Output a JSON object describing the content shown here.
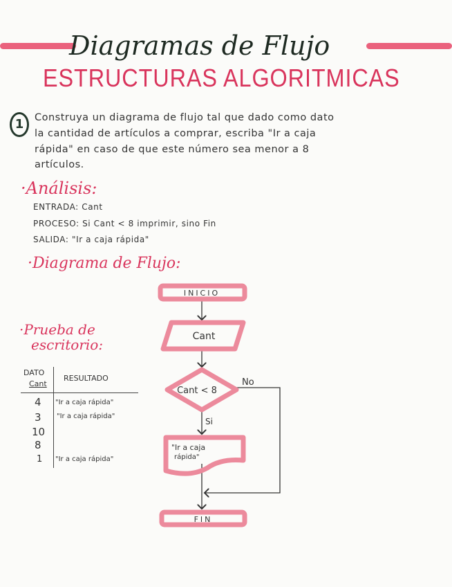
{
  "header": {
    "title": "Diagramas de Flujo",
    "subtitle": "ESTRUCTURAS ALGORITMICAS"
  },
  "problem": {
    "number": "1",
    "lines": [
      "Construya un diagrama de flujo tal que dado como dato",
      "la cantidad de artículos a comprar, escriba \"Ir a caja",
      "rápida\" en caso de que este número sea menor a 8",
      "artículos."
    ]
  },
  "analysis": {
    "heading": "·Análisis:",
    "entrada": "ENTRADA: Cant",
    "proceso": "PROCESO: Si Cant < 8 imprimir, sino Fin",
    "salida": "SALIDA: \"Ir a caja rápida\""
  },
  "diagram": {
    "heading": "·Diagrama de Flujo:",
    "start": "INICIO",
    "input": "Cant",
    "decision": "Cant < 8",
    "yes": "Si",
    "no": "No",
    "output_line1": "\"Ir a caja",
    "output_line2": "rápida\"",
    "end": "FIN"
  },
  "desk_test": {
    "heading_line1": "·Prueba de",
    "heading_line2": "escritorio:",
    "col1": "DATO",
    "col1_sub": "Cant",
    "col2": "RESULTADO",
    "rows": [
      {
        "dato": "4",
        "resultado": "\"Ir a caja rápida\""
      },
      {
        "dato": "3",
        "resultado": "\"Ir a caja rápida\""
      },
      {
        "dato": "10",
        "resultado": ""
      },
      {
        "dato": "8",
        "resultado": ""
      },
      {
        "dato": "1",
        "resultado": "\"Ir a caja rápida\""
      }
    ]
  },
  "colors": {
    "accent": "#e8506f",
    "ink": "#2a2a2a",
    "title_ink": "#1e2a22"
  }
}
